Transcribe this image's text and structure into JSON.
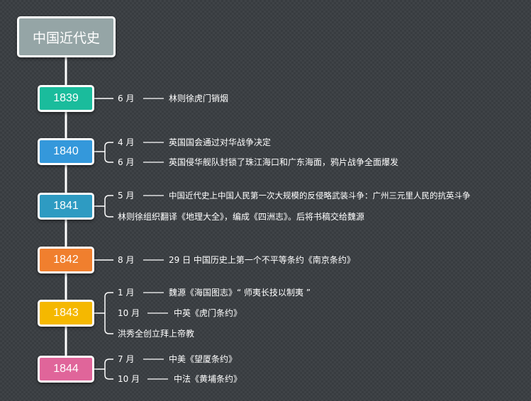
{
  "root": {
    "title": "中国近代史",
    "color": "#95a5a6"
  },
  "years": [
    {
      "year": "1839",
      "color": "#1abc9c",
      "events": [
        {
          "month": "6 月",
          "text": "林则徐虎门销烟"
        }
      ]
    },
    {
      "year": "1840",
      "color": "#3498db",
      "events": [
        {
          "month": "4 月",
          "text": "英国国会通过对华战争决定"
        },
        {
          "month": "6 月",
          "text": "英国侵华舰队封锁了珠江海口和广东海面，鸦片战争全面爆发"
        }
      ]
    },
    {
      "year": "1841",
      "color": "#2e9bc2",
      "events": [
        {
          "month": "5 月",
          "text": "中国近代史上中国人民第一次大规模的反侵略武装斗争：广州三元里人民的抗英斗争"
        },
        {
          "month": "",
          "text": "林则徐组织翻译《地理大全》，编成《四洲志》。后将书稿交给魏源"
        }
      ]
    },
    {
      "year": "1842",
      "color": "#f07f2e",
      "events": [
        {
          "month": "8 月",
          "text": "29 日 中国历史上第一个不平等条约《南京条约》"
        }
      ]
    },
    {
      "year": "1843",
      "color": "#f5b800",
      "events": [
        {
          "month": "1 月",
          "text": "魏源《海国图志》“ 师夷长技以制夷 ”"
        },
        {
          "month": "10 月",
          "text": "中英《虎门条约》"
        },
        {
          "month": "",
          "text": "洪秀全创立拜上帝教"
        }
      ]
    },
    {
      "year": "1844",
      "color": "#e0659a",
      "events": [
        {
          "month": "7 月",
          "text": "中美《望厦条约》"
        },
        {
          "month": "10 月",
          "text": "中法《黄埔条约》"
        }
      ]
    }
  ]
}
